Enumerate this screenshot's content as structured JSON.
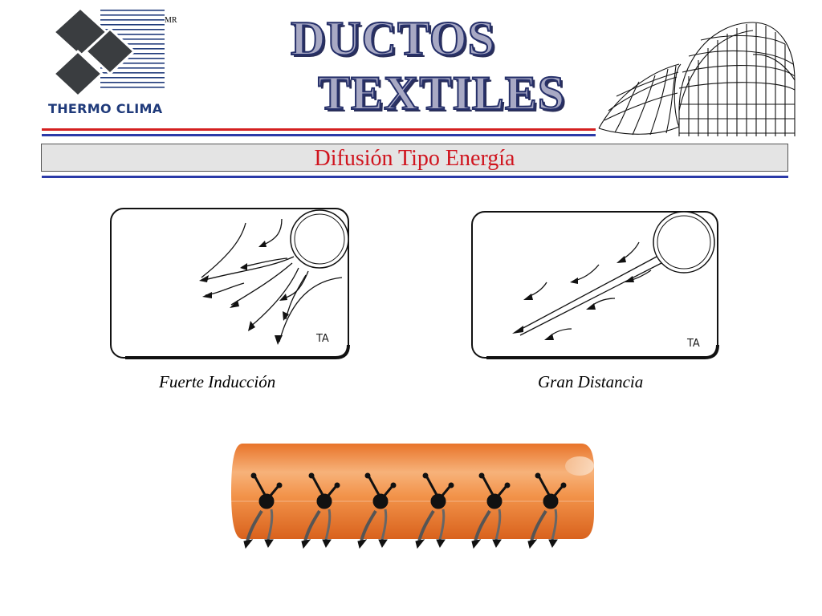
{
  "logo": {
    "company_name": "THERMO CLIMA",
    "mark": "MR",
    "color": "#1f3a7a",
    "diamond_color": "#3a3d40"
  },
  "title": {
    "line1": "DUCTOS",
    "line2": "TEXTILES"
  },
  "subtitle": "Difusión Tipo Energía",
  "panels": [
    {
      "caption": "Fuerte Inducción",
      "label": "TA"
    },
    {
      "caption": "Gran Distancia",
      "label": "TA"
    }
  ],
  "colors": {
    "accent_red": "#d42020",
    "accent_blue": "#2b3aa8",
    "subtitle_text": "#d0141e",
    "duct_orange": "#f08a3a"
  }
}
